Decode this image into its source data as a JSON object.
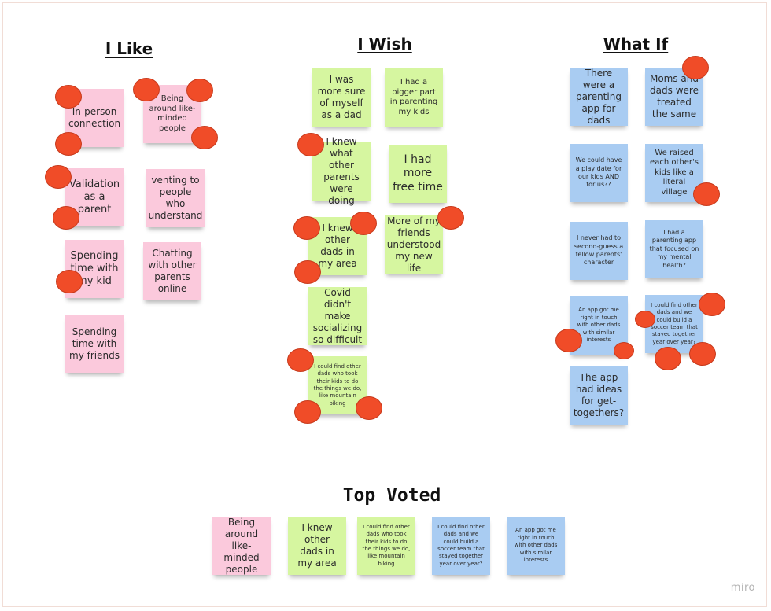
{
  "board": {
    "headings": {
      "like": "I Like",
      "wish": "I Wish",
      "what_if": "What If",
      "top_voted": "Top Voted"
    },
    "logo": "miro",
    "colors": {
      "pink": "#fbc9dc",
      "green": "#d6f6a0",
      "blue": "#a9ccf2",
      "dot": "#f04c28"
    }
  },
  "like": {
    "notes": [
      "In-person connection",
      "Being around like-minded people",
      "Validation as a parent",
      "venting to people who understand",
      "Spending time with my kid",
      "Chatting with other parents online",
      "Spending time with my friends"
    ]
  },
  "wish": {
    "notes": [
      "I was more sure of myself as a dad",
      "I had a bigger part in parenting my kids",
      "I knew what other parents were doing",
      "I had more free time",
      "I knew other dads in my area",
      "More of my friends understood my new life",
      "Covid didn't make socializing so difficult",
      "I could find other dads who took their kids to do the things we do, like mountain biking"
    ]
  },
  "what_if": {
    "notes": [
      "There were a parenting app for dads",
      "Moms and dads were treated the same",
      "We could have a play date for our kids AND for us??",
      "We raised each other's kids like a literal village",
      "I never had to second-guess a fellow parents' character",
      "I had a parenting app that focused on my mental health?",
      "An app got me right in touch with other dads with similar interests",
      "I could find other dads and we could build a soccer team that stayed together year over year?",
      "The app had ideas for get-togethers?"
    ]
  },
  "top_voted": {
    "notes": [
      "Being around like-minded people",
      "I knew other dads in my area",
      "I could find other dads who took their kids to do the things we do, like mountain biking",
      "I could find other dads and we could build a soccer team that stayed together year over year?",
      "An app got me right in touch with other dads with similar interests"
    ]
  }
}
